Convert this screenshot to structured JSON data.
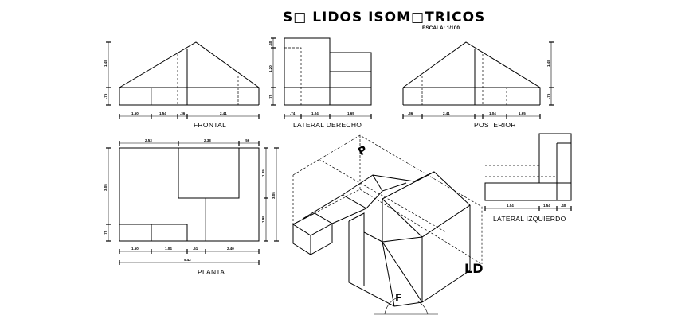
{
  "title": "S□ LIDOS ISOM□TRICOS",
  "scale": "ESCALA: 1/100",
  "views": {
    "frontal": "FRONTAL",
    "lateral_derecho": "LATERAL DERECHO",
    "posterior": "POSTERIOR",
    "planta": "PLANTA",
    "lateral_izquierdo": "LATERAL IZQUIERDO"
  },
  "iso_labels": {
    "posterior": "P",
    "lateral_derecho": "LD",
    "frontal": "F"
  },
  "dims": {
    "frontal": {
      "bottom": [
        "1.50",
        "1.54",
        ".36",
        "2.41"
      ],
      "left": [
        "1.45",
        ".75"
      ]
    },
    "lateral_derecho": {
      "bottom": [
        ".74",
        "1.04",
        "1.65"
      ],
      "left": [
        ".40",
        "1.20",
        ".75"
      ]
    },
    "posterior": {
      "bottom": [
        ".36",
        "2.41",
        "1.04",
        "1.65"
      ],
      "right": [
        "1.45",
        ".75"
      ]
    },
    "planta": {
      "top": [
        "2.53",
        "2.38",
        ".56"
      ],
      "bottom": [
        "1.50",
        "1.04",
        ".51",
        "2.40"
      ],
      "total": "5.42",
      "left": [
        "3.05",
        ".75"
      ],
      "right": [
        "1.35",
        "1.95",
        "3.05"
      ]
    },
    "lateral_izquierdo": {
      "bottom": [
        "1.04",
        "1.54",
        ".40"
      ]
    }
  }
}
